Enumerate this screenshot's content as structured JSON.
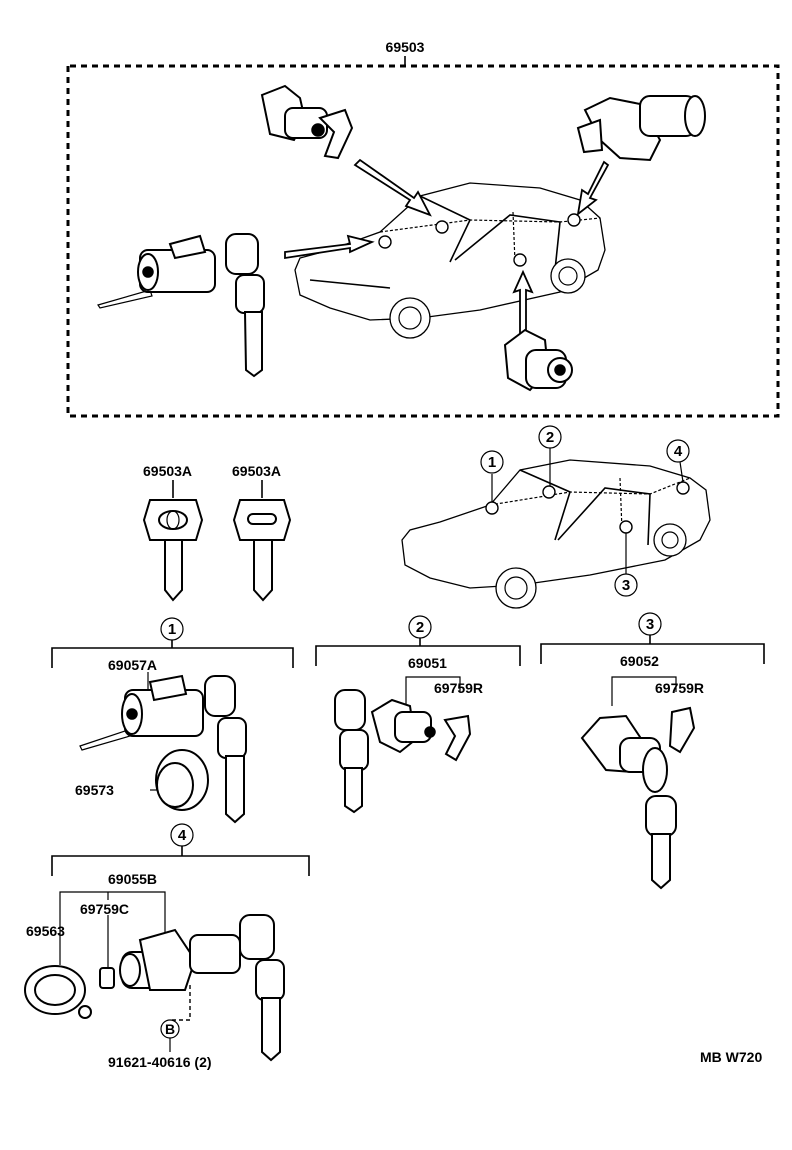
{
  "assembly": {
    "number": "69503"
  },
  "keys": {
    "left": "69503A",
    "right": "69503A"
  },
  "callouts": [
    "1",
    "2",
    "3",
    "4"
  ],
  "group1": {
    "number": "1",
    "lock": "69057A",
    "ring": "69573"
  },
  "group2": {
    "number": "2",
    "lock": "69051",
    "clip": "69759R"
  },
  "group3": {
    "number": "3",
    "lock": "69052",
    "clip": "69759R"
  },
  "group4": {
    "number": "4",
    "lock": "69055B",
    "clip": "69759C",
    "gasket": "69563",
    "bolt_mark": "B",
    "bolt": "91621-40616 (2)"
  },
  "figure_code": "MB W720"
}
